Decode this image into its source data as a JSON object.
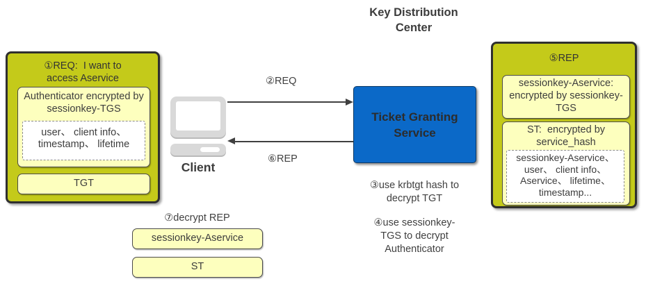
{
  "kdc_title": {
    "line1": "Key Distribution",
    "line2": "Center"
  },
  "left_panel": {
    "title": "①REQ:  I want to access Aservice",
    "auth_box_title": "Authenticator encrypted by sessionkey-TGS",
    "auth_box_contents": "user、 client info、 timestamp、 lifetime",
    "tgt_label": "TGT"
  },
  "client": {
    "label": "Client"
  },
  "arrows": {
    "req_label": "②REQ",
    "rep_label": "⑥REP"
  },
  "tgs": {
    "label": "Ticket Granting Service"
  },
  "steps": {
    "step3": "③use krbtgt hash to decrypt TGT",
    "step4": "④use sessionkey-TGS to decrypt Authenticator"
  },
  "right_panel": {
    "title": "⑤REP",
    "sessionkey_box": "sessionkey-Aservice:  encrypted by sessionkey-TGS",
    "st_box_title": "ST:  encrypted by service_hash",
    "st_box_contents": "sessionkey-Aservice、 user、 client info、 Aservice、 lifetime、 timestamp..."
  },
  "decrypt_section": {
    "label": "⑦decrypt REP",
    "sessionkey_label": "sessionkey-Aservice",
    "st_label": "ST"
  },
  "colors": {
    "panel_olive": "#c4ca1a",
    "box_yellow": "#fdffbe",
    "tgs_blue": "#0b69c8",
    "arrow_gray": "#404040"
  }
}
